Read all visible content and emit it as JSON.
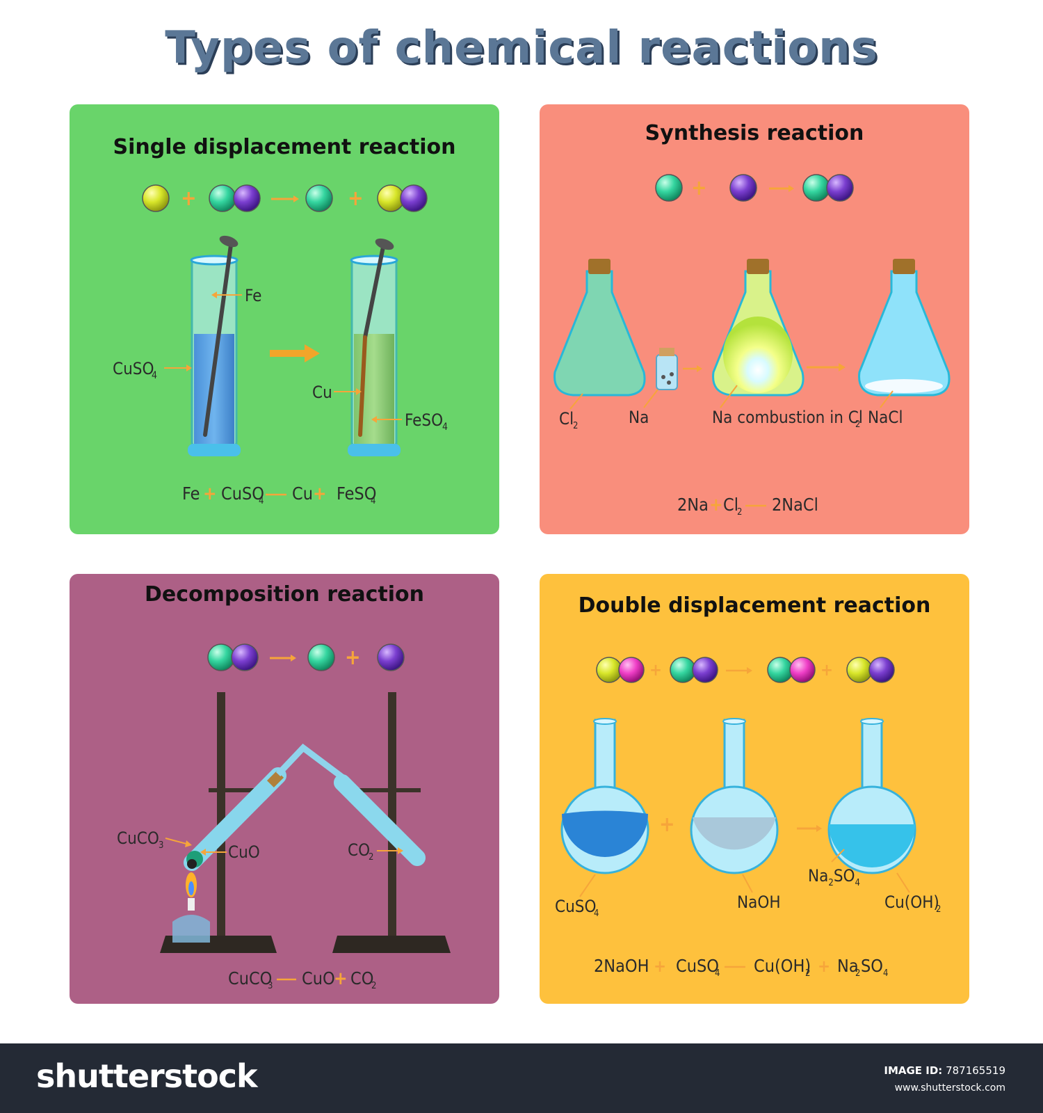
{
  "title": "Types of chemical reactions",
  "panels": {
    "single": {
      "title": "Single displacement reaction",
      "labels": {
        "fe": "Fe",
        "cuso4": "CuSO",
        "cu": "Cu",
        "feso4": "FeSO"
      },
      "equation": {
        "t1": "Fe",
        "t2": "CuSO",
        "t3": "Cu",
        "t4": "FeSO"
      }
    },
    "synthesis": {
      "title": "Synthesis reaction",
      "labels": {
        "cl2": "Cl",
        "na": "Na",
        "combustion": "Na combustion in Cl",
        "nacl": "NaCl"
      },
      "equation": {
        "t1": "2Na",
        "t2": "Cl",
        "t3": "2NaCl"
      }
    },
    "decomposition": {
      "title": "Decomposition reaction",
      "labels": {
        "cuco3": "CuCO",
        "cuo": "CuO",
        "co2": "CO"
      },
      "equation": {
        "t1": "CuCO",
        "t2": "CuO",
        "t3": "CO"
      }
    },
    "double": {
      "title": "Double displacement reaction",
      "labels": {
        "cuso4": "CuSO",
        "naoh": "NaOH",
        "na2so4_a": "Na",
        "na2so4_b": "SO",
        "cuoh2": "Cu(OH)"
      },
      "equation": {
        "t1": "2NaOH",
        "t2": "CuSO",
        "t3": "Cu(OH)",
        "t4": "Na",
        "t5": "SO"
      }
    }
  },
  "subscripts": {
    "two": "2",
    "three": "3",
    "four": "4"
  },
  "footer": {
    "logo": "shutterstock",
    "image_id_label": "IMAGE ID:",
    "image_id": "787165519",
    "site": "www.shutterstock.com"
  },
  "colors": {
    "yellow_atom": "#d8e62a",
    "green_atom": "#35d6a0",
    "purple_atom": "#7b3fd0",
    "pink_atom": "#ef3fc7",
    "arrow": "#f6a53a"
  }
}
